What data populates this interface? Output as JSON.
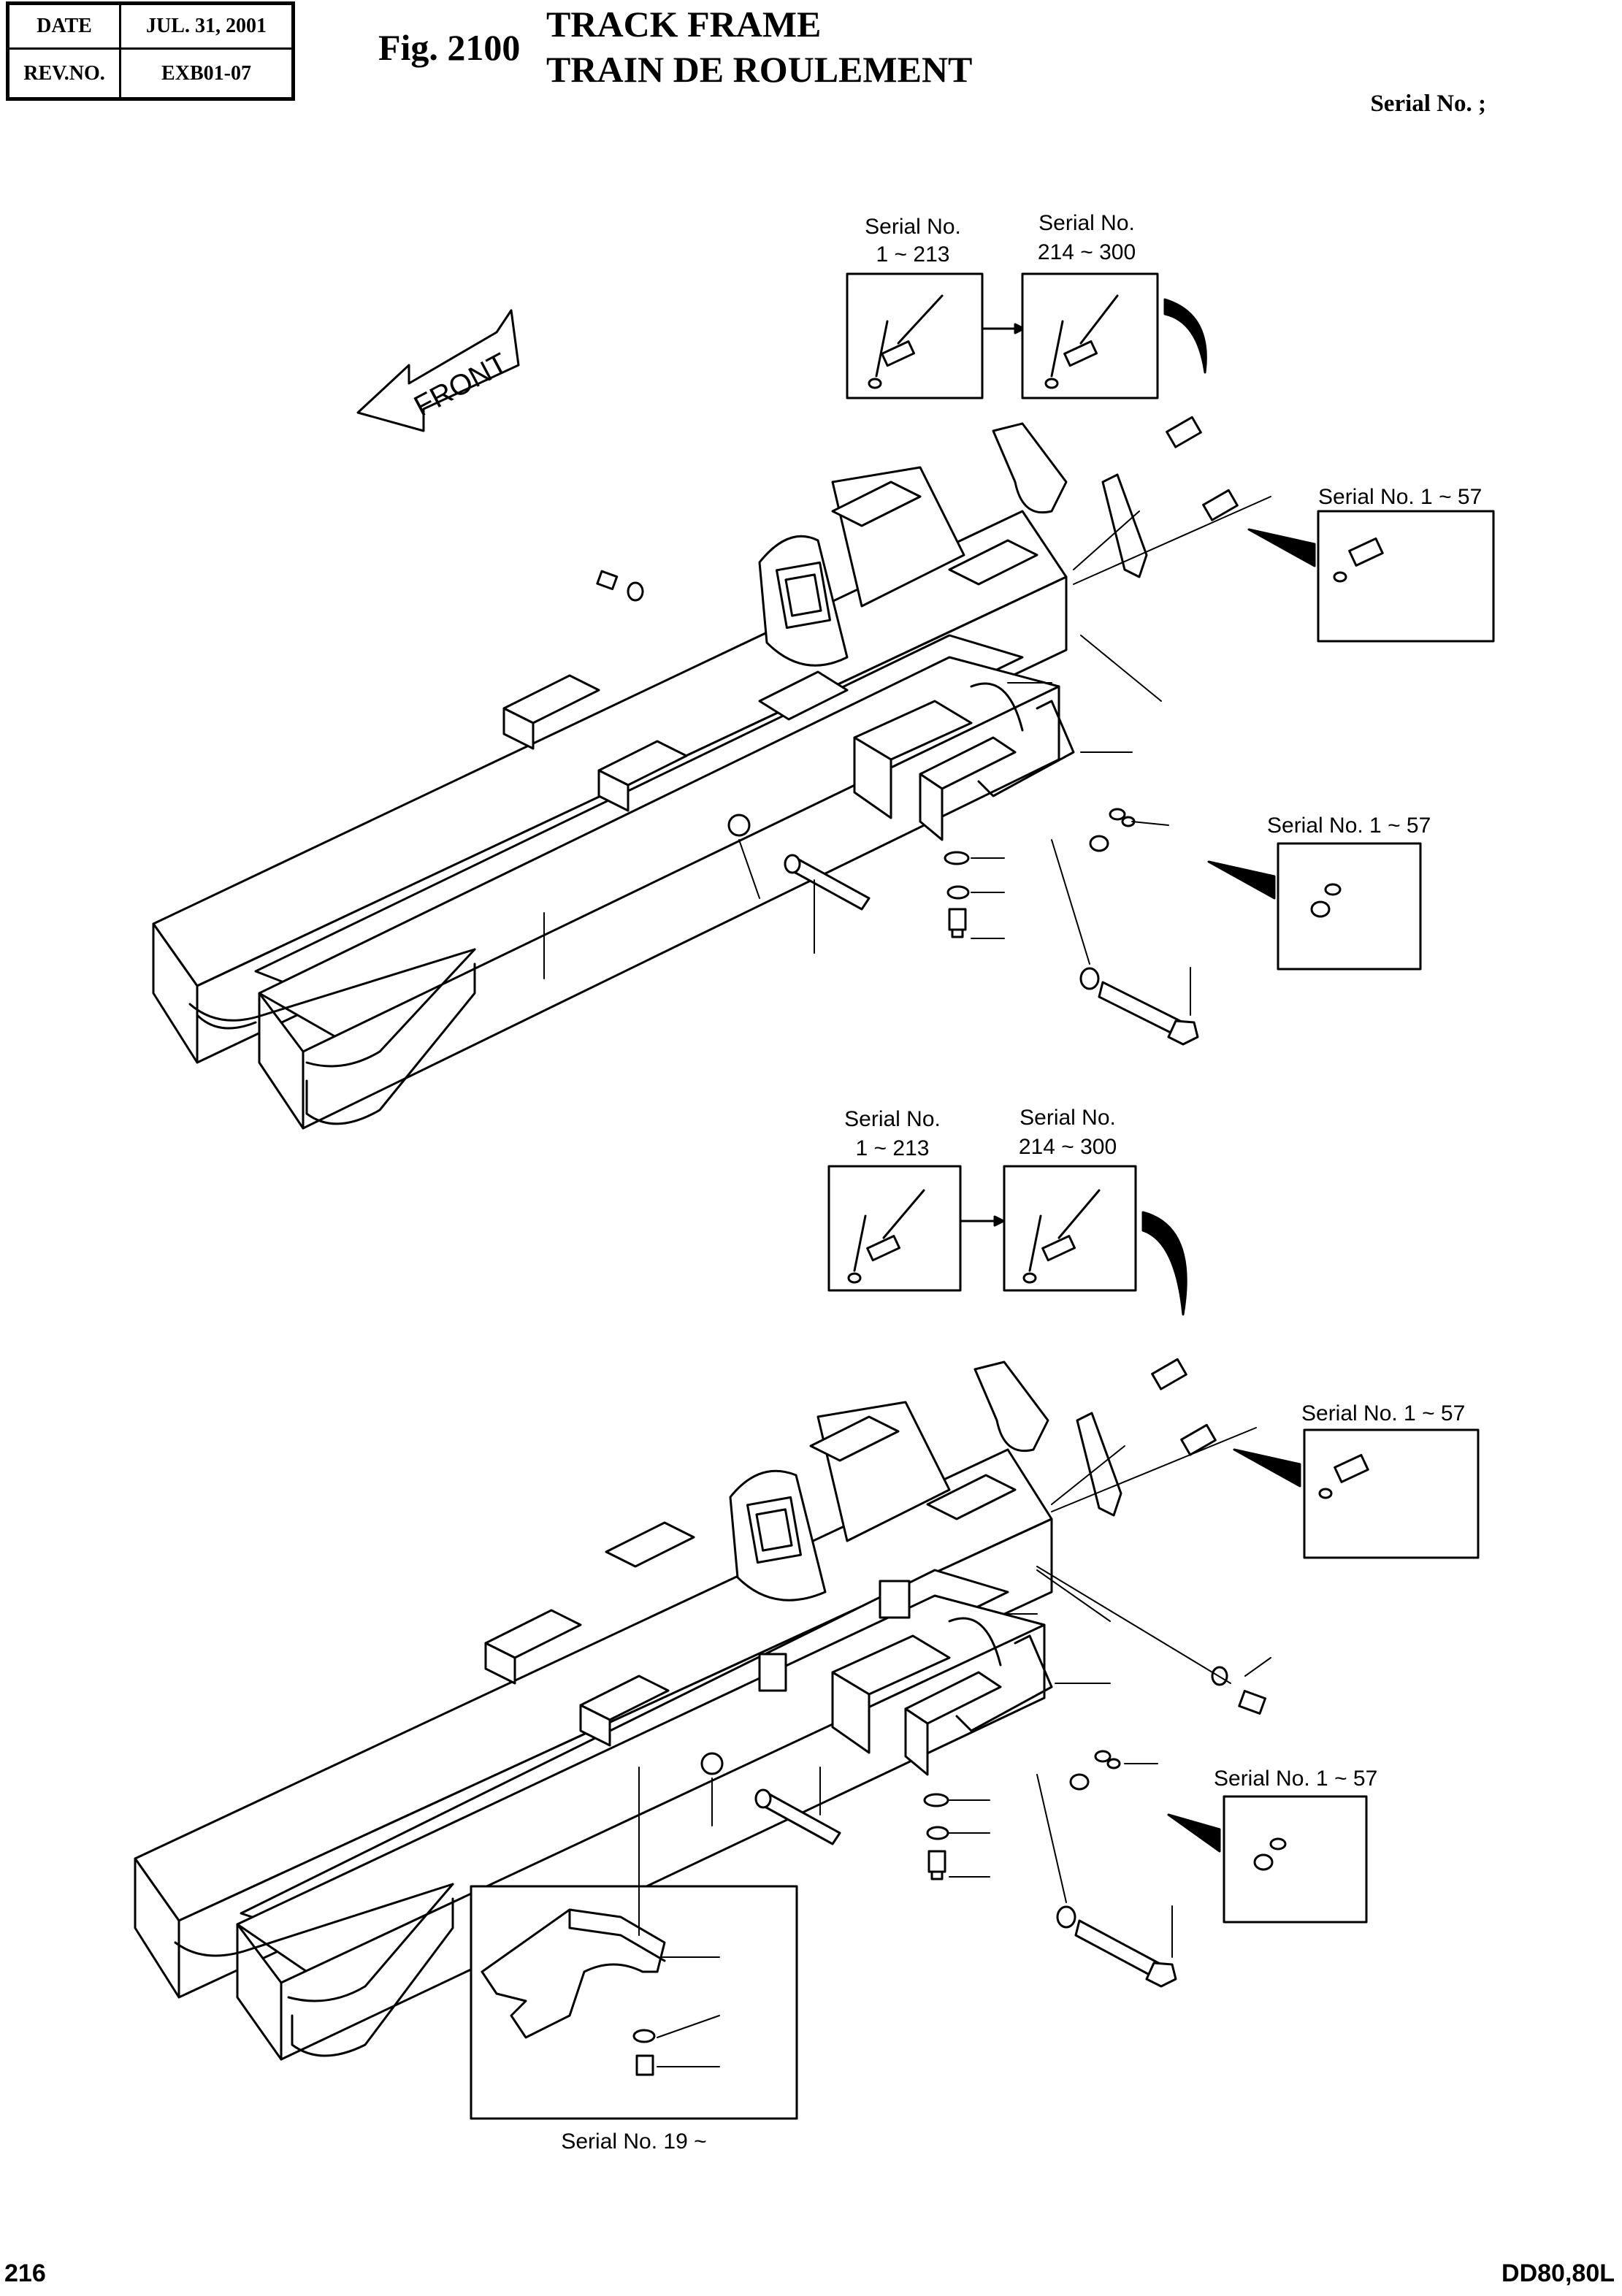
{
  "header": {
    "date_label": "DATE",
    "date_value": "JUL. 31, 2001",
    "rev_label": "REV.NO.",
    "rev_value": "EXB01-07"
  },
  "figure": {
    "number": "Fig. 2100",
    "title_en": "TRACK FRAME",
    "title_fr": "TRAIN DE ROULEMENT",
    "serial_header": "Serial No. ;"
  },
  "front_label": "FRONT",
  "callouts": {
    "top_serial_a_line1": "Serial No.",
    "top_serial_a_line2": "1 ~ 213",
    "top_serial_b_line1": "Serial No.",
    "top_serial_b_line2": "214 ~ 300",
    "top_serial_c": "Serial No. 1 ~ 57",
    "top_serial_d": "Serial No. 1 ~ 57",
    "bot_serial_a_line1": "Serial No.",
    "bot_serial_a_line2": "1 ~ 213",
    "bot_serial_b_line1": "Serial No.",
    "bot_serial_b_line2": "214 ~ 300",
    "bot_serial_c": "Serial No. 1 ~ 57",
    "bot_serial_d": "Serial No. 1 ~ 57",
    "bot_serial_e": "Serial No. 19 ~"
  },
  "footer": {
    "page": "216",
    "model": "DD80,80L"
  }
}
